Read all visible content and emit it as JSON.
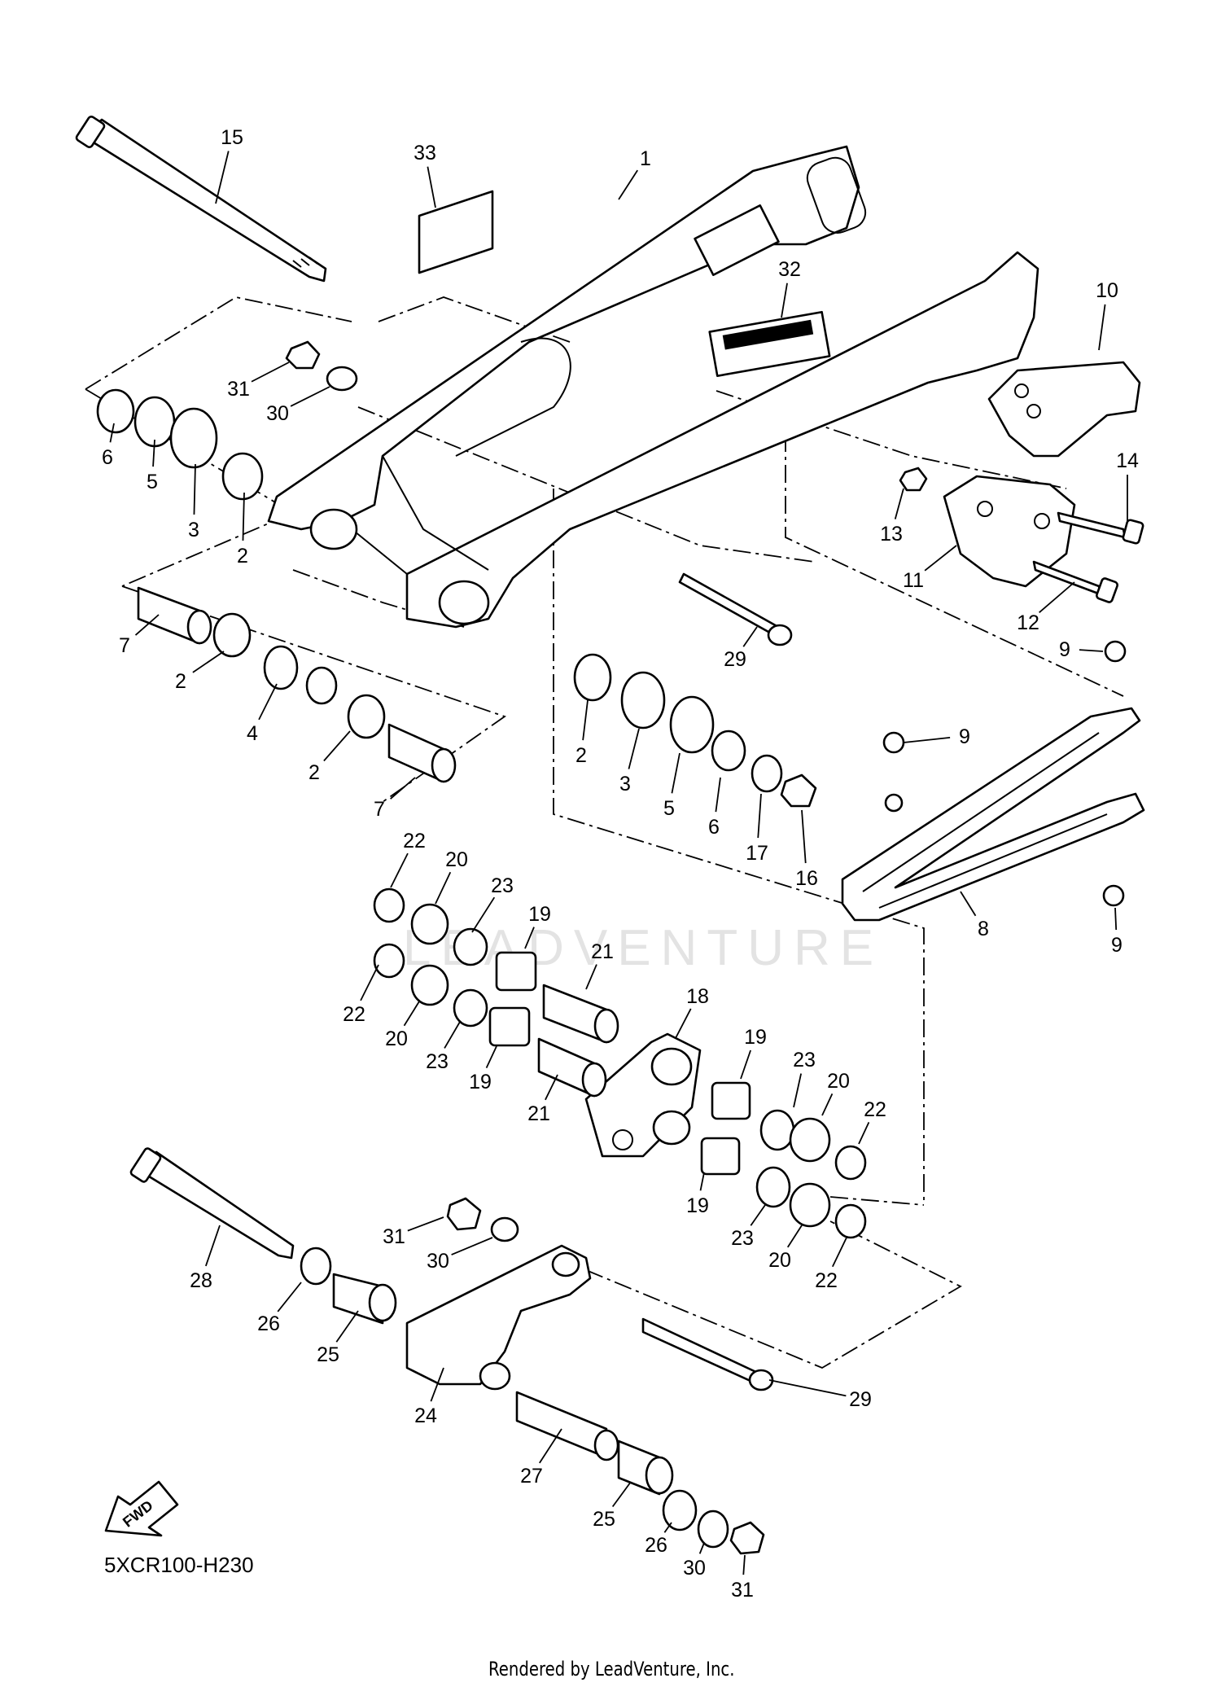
{
  "diagram": {
    "code": "5XCR100-H230",
    "footer": "Rendered by LeadVenture, Inc.",
    "watermark": "LEADVENTURE",
    "fwd_label": "FWD",
    "callouts": [
      {
        "id": "c15",
        "text": "15"
      },
      {
        "id": "c33",
        "text": "33"
      },
      {
        "id": "c1",
        "text": "1"
      },
      {
        "id": "c32",
        "text": "32"
      },
      {
        "id": "c10",
        "text": "10"
      },
      {
        "id": "c31a",
        "text": "31"
      },
      {
        "id": "c30a",
        "text": "30"
      },
      {
        "id": "c6a",
        "text": "6"
      },
      {
        "id": "c5a",
        "text": "5"
      },
      {
        "id": "c3a",
        "text": "3"
      },
      {
        "id": "c2a",
        "text": "2"
      },
      {
        "id": "c14",
        "text": "14"
      },
      {
        "id": "c13",
        "text": "13"
      },
      {
        "id": "c11",
        "text": "11"
      },
      {
        "id": "c12",
        "text": "12"
      },
      {
        "id": "c7a",
        "text": "7"
      },
      {
        "id": "c2b",
        "text": "2"
      },
      {
        "id": "c29a",
        "text": "29"
      },
      {
        "id": "c9a",
        "text": "9"
      },
      {
        "id": "c4",
        "text": "4"
      },
      {
        "id": "c9b",
        "text": "9"
      },
      {
        "id": "c2c",
        "text": "2"
      },
      {
        "id": "c2d",
        "text": "2"
      },
      {
        "id": "c3b",
        "text": "3"
      },
      {
        "id": "c5b",
        "text": "5"
      },
      {
        "id": "c6b",
        "text": "6"
      },
      {
        "id": "c17",
        "text": "17"
      },
      {
        "id": "c16",
        "text": "16"
      },
      {
        "id": "c7b",
        "text": "7"
      },
      {
        "id": "c22a",
        "text": "22"
      },
      {
        "id": "c20a",
        "text": "20"
      },
      {
        "id": "c23a",
        "text": "23"
      },
      {
        "id": "c19a",
        "text": "19"
      },
      {
        "id": "c8",
        "text": "8"
      },
      {
        "id": "c9c",
        "text": "9"
      },
      {
        "id": "c21a",
        "text": "21"
      },
      {
        "id": "c22b",
        "text": "22"
      },
      {
        "id": "c20b",
        "text": "20"
      },
      {
        "id": "c23b",
        "text": "23"
      },
      {
        "id": "c19b",
        "text": "19"
      },
      {
        "id": "c18",
        "text": "18"
      },
      {
        "id": "c21b",
        "text": "21"
      },
      {
        "id": "c19c",
        "text": "19"
      },
      {
        "id": "c23c",
        "text": "23"
      },
      {
        "id": "c20c",
        "text": "20"
      },
      {
        "id": "c22c",
        "text": "22"
      },
      {
        "id": "c19d",
        "text": "19"
      },
      {
        "id": "c23d",
        "text": "23"
      },
      {
        "id": "c20d",
        "text": "20"
      },
      {
        "id": "c22d",
        "text": "22"
      },
      {
        "id": "c31b",
        "text": "31"
      },
      {
        "id": "c30b",
        "text": "30"
      },
      {
        "id": "c28",
        "text": "28"
      },
      {
        "id": "c26a",
        "text": "26"
      },
      {
        "id": "c25a",
        "text": "25"
      },
      {
        "id": "c24",
        "text": "24"
      },
      {
        "id": "c29b",
        "text": "29"
      },
      {
        "id": "c27",
        "text": "27"
      },
      {
        "id": "c25b",
        "text": "25"
      },
      {
        "id": "c26b",
        "text": "26"
      },
      {
        "id": "c30c",
        "text": "30"
      },
      {
        "id": "c31c",
        "text": "31"
      }
    ]
  }
}
